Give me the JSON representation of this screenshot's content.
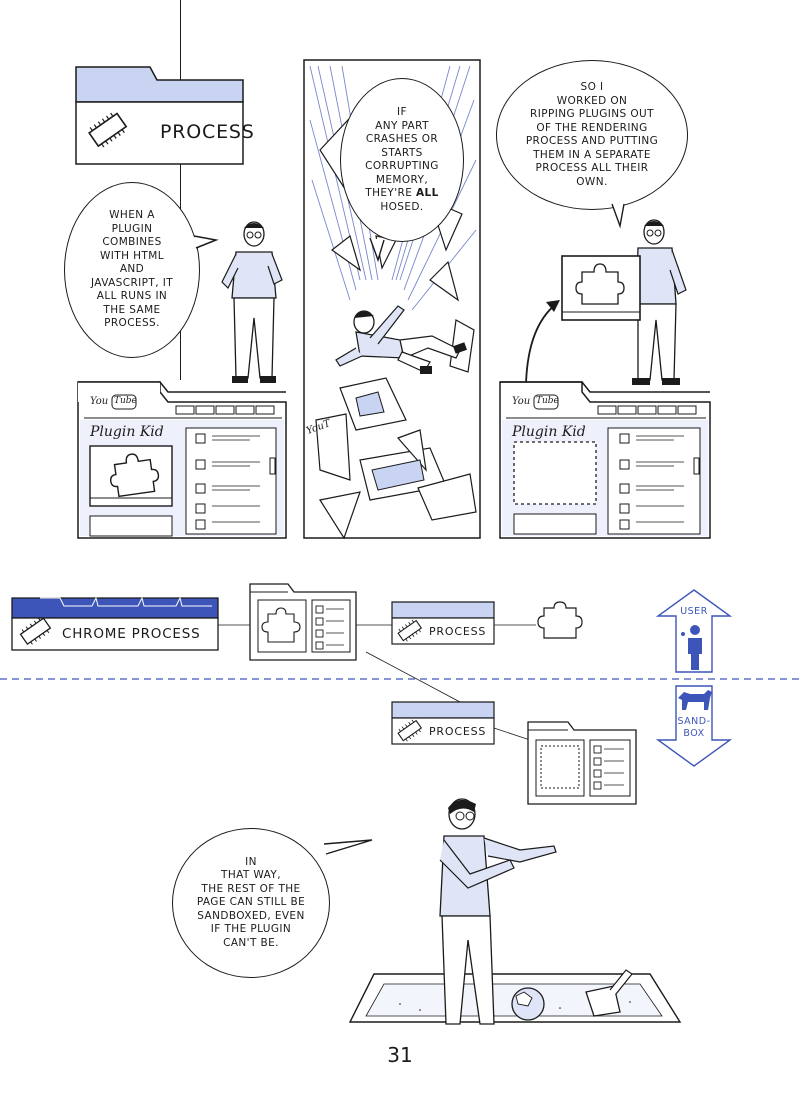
{
  "panel1": {
    "folder_label": "PROCESS",
    "bubble_text": "WHEN A\nPLUGIN\nCOMBINES\nWITH HTML\nAND\nJAVASCRIPT, IT\nALL RUNS IN\nTHE SAME\nPROCESS.",
    "browser": {
      "logo_you": "You",
      "logo_tube": "Tube",
      "page_title": "Plugin Kid"
    }
  },
  "panel2": {
    "bubble_lines": [
      "IF",
      "ANY PART",
      "CRASHES OR",
      "STARTS",
      "CORRUPTING",
      "MEMORY,",
      "THEY'RE "
    ],
    "bubble_bold": "ALL",
    "bubble_last": "HOSED.",
    "logo_fragment": "YouT"
  },
  "panel3": {
    "bubble_text": "SO I\nWORKED ON\nRIPPING PLUGINS OUT\nOF THE RENDERING\nPROCESS AND PUTTING\nTHEM IN A SEPARATE\nPROCESS ALL THEIR\nOWN.",
    "browser": {
      "logo_you": "You",
      "logo_tube": "Tube",
      "page_title": "Plugin Kid"
    }
  },
  "diagram": {
    "chrome_process_label": "CHROME PROCESS",
    "plugin_process_label": "PROCESS",
    "renderer_process_label": "PROCESS",
    "user_label": "USER",
    "sandbox_label": "SAND-\nBOX"
  },
  "panel4": {
    "bubble_text": "IN\nTHAT WAY,\nTHE REST OF THE\nPAGE CAN STILL BE\nSANDBOXED, EVEN\nIF THE PLUGIN\nCAN'T BE."
  },
  "page_number": "31",
  "colors": {
    "accent_blue": "#c9d3f2",
    "accent_mid": "#a9b7ea",
    "accent_strong": "#3d55b8",
    "ink": "#1b1b1b"
  }
}
